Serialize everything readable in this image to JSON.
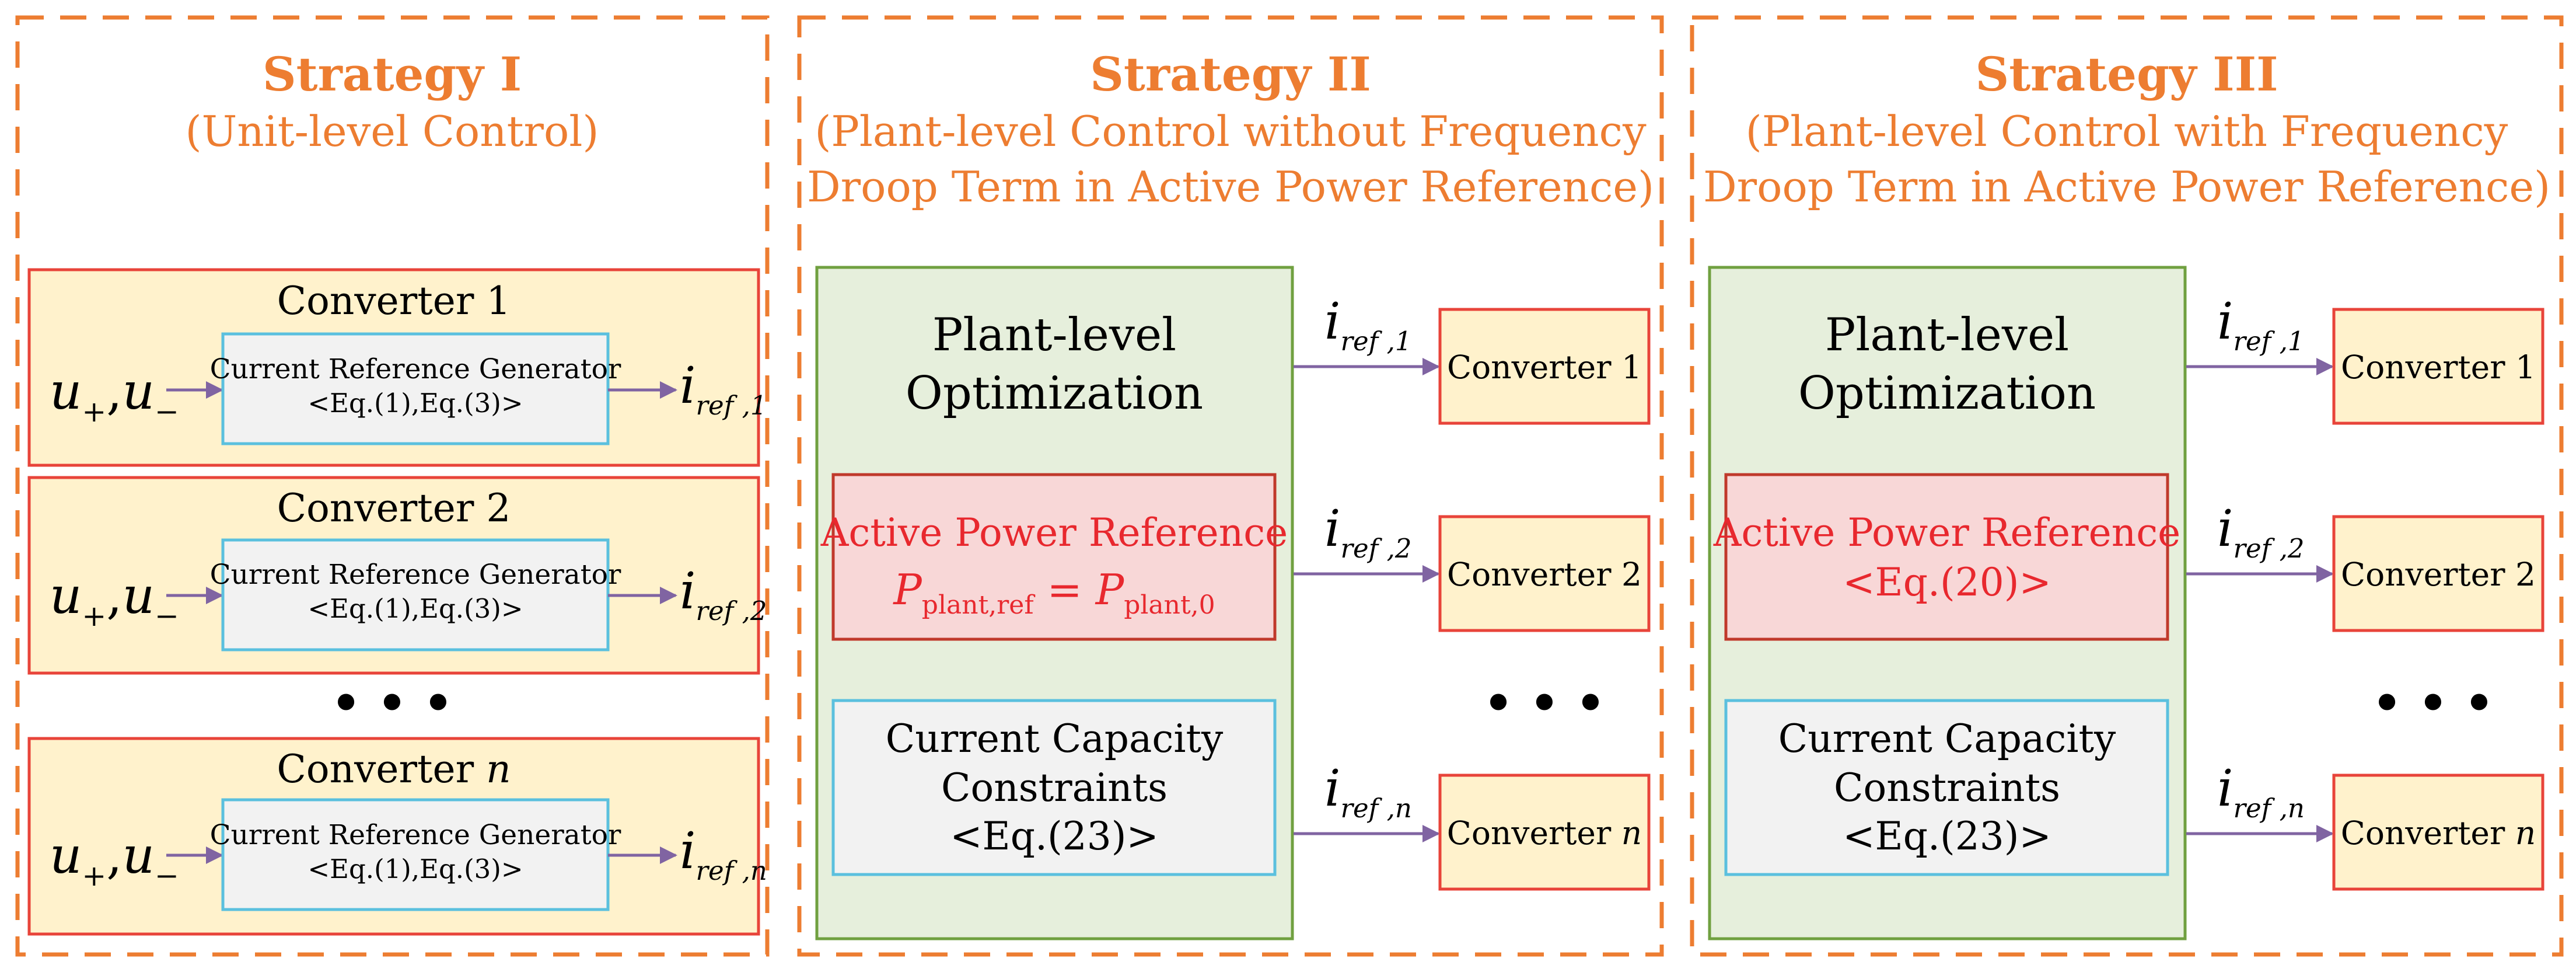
{
  "colors": {
    "strategy_border": "#ED7D31",
    "strategy_title": "#ED7D31",
    "converter_fill": "#FFF2CC",
    "converter_border": "#E8443A",
    "generator_fill": "#F2F2F2",
    "generator_border": "#5BC0DE",
    "plant_fill": "#E6EFDC",
    "plant_border": "#70A040",
    "apr_fill": "#F8D7D7",
    "apr_border": "#C0392B",
    "apr_text": "#E8282E",
    "arrow": "#8064A2",
    "text": "#000000"
  },
  "strategy1": {
    "title": "Strategy I",
    "subtitle": "(Unit-level Control)",
    "converters": [
      {
        "label_main": "Converter 1",
        "label_italic": "",
        "input_u1": "u",
        "input_sub1": "+",
        "input_u2": "u",
        "input_sub2": "−",
        "generator_line1": "Current Reference Generator",
        "generator_line2": "<Eq.(1),Eq.(3)>",
        "output_i": "i",
        "output_sub": "ref ,1"
      },
      {
        "label_main": "Converter 2",
        "label_italic": "",
        "input_u1": "u",
        "input_sub1": "+",
        "input_u2": "u",
        "input_sub2": "−",
        "generator_line1": "Current Reference Generator",
        "generator_line2": "<Eq.(1),Eq.(3)>",
        "output_i": "i",
        "output_sub": "ref ,2"
      },
      {
        "label_main": "Converter ",
        "label_italic": "n",
        "input_u1": "u",
        "input_sub1": "+",
        "input_u2": "u",
        "input_sub2": "−",
        "generator_line1": "Current Reference Generator",
        "generator_line2": "<Eq.(1),Eq.(3)>",
        "output_i": "i",
        "output_sub": "ref ,n"
      }
    ],
    "ellipsis": "• • •"
  },
  "strategy2": {
    "title": "Strategy II",
    "subtitle_line1": "(Plant-level Control without Frequency",
    "subtitle_line2": "Droop Term in Active Power Reference)",
    "plant_line1": "Plant-level",
    "plant_line2": "Optimization",
    "apr_title": "Active Power Reference",
    "apr_formula": {
      "lhs": "P",
      "lhs_sub": "plant,ref",
      "equals": " = ",
      "rhs": "P",
      "rhs_sub": "plant,0"
    },
    "ccc_line1": "Current Capacity",
    "ccc_line2": "Constraints",
    "ccc_line3": "<Eq.(23)>",
    "outputs": [
      {
        "i": "i",
        "sub": "ref ,1",
        "converter_main": "Converter 1",
        "converter_italic": ""
      },
      {
        "i": "i",
        "sub": "ref ,2",
        "converter_main": "Converter 2",
        "converter_italic": ""
      },
      {
        "i": "i",
        "sub": "ref ,n",
        "converter_main": "Converter ",
        "converter_italic": "n"
      }
    ],
    "ellipsis": "• • •"
  },
  "strategy3": {
    "title": "Strategy III",
    "subtitle_line1": "(Plant-level Control with Frequency",
    "subtitle_line2": "Droop Term in Active Power Reference)",
    "plant_line1": "Plant-level",
    "plant_line2": "Optimization",
    "apr_title": "Active Power Reference",
    "apr_line2": "<Eq.(20)>",
    "ccc_line1": "Current Capacity",
    "ccc_line2": "Constraints",
    "ccc_line3": "<Eq.(23)>",
    "outputs": [
      {
        "i": "i",
        "sub": "ref ,1",
        "converter_main": "Converter 1",
        "converter_italic": ""
      },
      {
        "i": "i",
        "sub": "ref ,2",
        "converter_main": "Converter 2",
        "converter_italic": ""
      },
      {
        "i": "i",
        "sub": "ref ,n",
        "converter_main": "Converter ",
        "converter_italic": "n"
      }
    ],
    "ellipsis": "• • •"
  }
}
